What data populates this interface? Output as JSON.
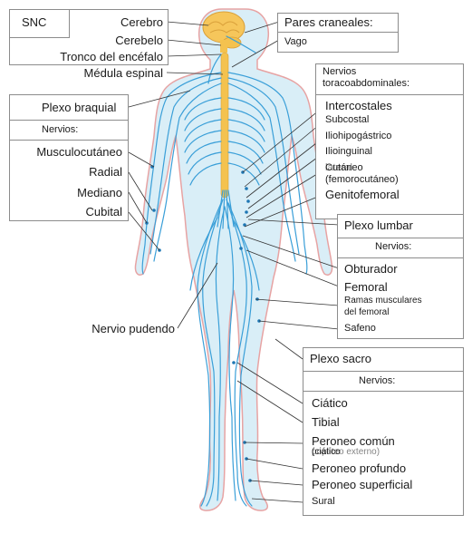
{
  "cns": {
    "title": "SNC",
    "items": [
      "Cerebro",
      "Cerebelo",
      "Tronco del encéfalo",
      "Médula espinal"
    ]
  },
  "cranial": {
    "title": "Pares craneales:",
    "items": [
      "Vago"
    ]
  },
  "thoraco": {
    "title_line1": "Nervios",
    "title_line2": "toracoabdominales:",
    "items": [
      "Intercostales",
      "Subcostal",
      "Iliohipogástrico",
      "Ilioinguinal",
      "Cutáneo",
      "(femorocutáneo)",
      "lateral",
      "Genitofemoral"
    ]
  },
  "brachial": {
    "title": "Plexo braquial",
    "subtitle": "Nervios:",
    "items": [
      "Musculocutáneo",
      "Radial",
      "Mediano",
      "Cubital"
    ]
  },
  "lumbar": {
    "title": "Plexo lumbar",
    "subtitle": "Nervios:",
    "items": [
      "Obturador",
      "Femoral",
      "Ramas musculares",
      "del femoral",
      "Safeno"
    ]
  },
  "pudendal": "Nervio pudendo",
  "sacral": {
    "title": "Plexo sacro",
    "subtitle": "Nervios:",
    "items": [
      "Ciático",
      "Tibial",
      "Peroneo común",
      "(ciático",
      "poplíteo externo)",
      "Peroneo profundo",
      "Peroneo superficial",
      "Sural"
    ]
  },
  "colors": {
    "nerve": "#3a9fd8",
    "nerve_dark": "#1e77b4",
    "skin": "#d9eef7",
    "outline": "#e7a3a3",
    "brain": "#f6c65b",
    "spinal": "#f4c24f"
  }
}
